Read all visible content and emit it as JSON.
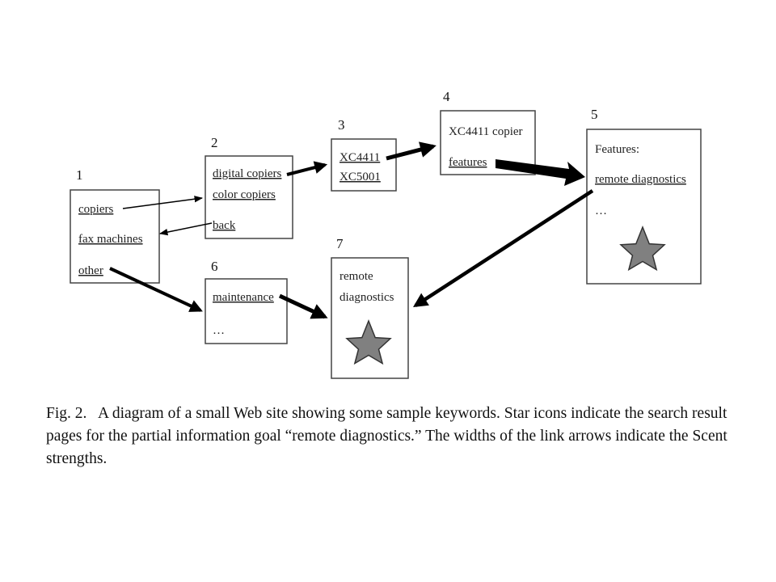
{
  "nodes": [
    {
      "num": "1",
      "items": [
        {
          "text": "copiers",
          "link": true
        },
        {
          "text": "fax machines",
          "link": true
        },
        {
          "text": "other",
          "link": true
        }
      ]
    },
    {
      "num": "2",
      "items": [
        {
          "text": "digital copiers",
          "link": true
        },
        {
          "text": "color copiers",
          "link": true
        },
        {
          "text": "back",
          "link": true
        }
      ]
    },
    {
      "num": "3",
      "items": [
        {
          "text": "XC4411",
          "link": true
        },
        {
          "text": "XC5001",
          "link": true
        }
      ]
    },
    {
      "num": "4",
      "items": [
        {
          "text": "XC4411 copier",
          "link": false
        },
        {
          "text": "features",
          "link": true
        }
      ]
    },
    {
      "num": "5",
      "items": [
        {
          "text": "Features:",
          "link": false
        },
        {
          "text": "remote diagnostics",
          "link": true
        },
        {
          "text": "…",
          "link": false
        }
      ],
      "star": true
    },
    {
      "num": "6",
      "items": [
        {
          "text": "maintenance",
          "link": true
        },
        {
          "text": "…",
          "link": false
        }
      ]
    },
    {
      "num": "7",
      "items": [
        {
          "text": "remote",
          "link": false
        },
        {
          "text": "diagnostics",
          "link": false
        }
      ],
      "star": true
    }
  ],
  "links": [
    {
      "from": "1",
      "to": "2",
      "keyword": "copiers",
      "strength": "thin"
    },
    {
      "from": "2",
      "to": "1",
      "keyword": "back",
      "strength": "thin"
    },
    {
      "from": "1",
      "to": "6",
      "keyword": "other",
      "strength": "medium"
    },
    {
      "from": "2",
      "to": "3",
      "keyword": "digital copiers",
      "strength": "medium"
    },
    {
      "from": "3",
      "to": "4",
      "keyword": "XC4411",
      "strength": "medium"
    },
    {
      "from": "4",
      "to": "5",
      "keyword": "features",
      "strength": "thick"
    },
    {
      "from": "5",
      "to": "7",
      "keyword": "remote diagnostics",
      "strength": "medium"
    },
    {
      "from": "6",
      "to": "7",
      "keyword": "maintenance",
      "strength": "medium"
    }
  ],
  "caption": {
    "label": "Fig. 2.",
    "text": "A diagram of a small Web site showing some sample keywords. Star icons indicate the search result pages for the partial information goal “remote diagnostics.” The widths of the link arrows indicate the Scent strengths."
  },
  "colors": {
    "star": "#808080",
    "box_border": "#444444",
    "arrow": "#000000"
  }
}
